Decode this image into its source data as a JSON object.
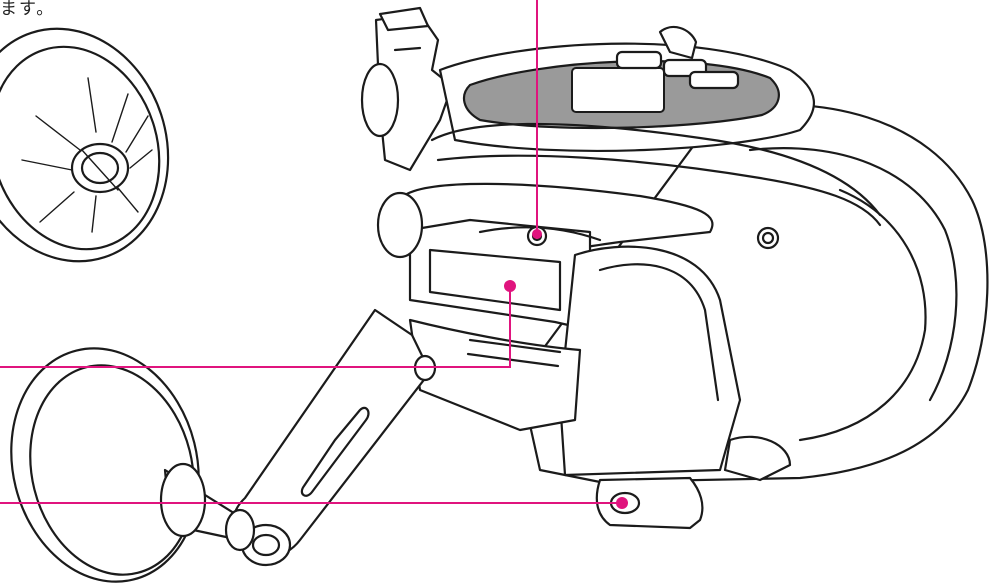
{
  "caption": "ます。",
  "colors": {
    "leader": "#e0147e",
    "outline": "#1b1b1b",
    "panel": "#9a9a9a",
    "screen": "#ffffff"
  },
  "icons": {
    "reel": "electric-reel-illustration",
    "knob_upper": "spare-handle-knob",
    "knob_lower": "handle-knob"
  }
}
